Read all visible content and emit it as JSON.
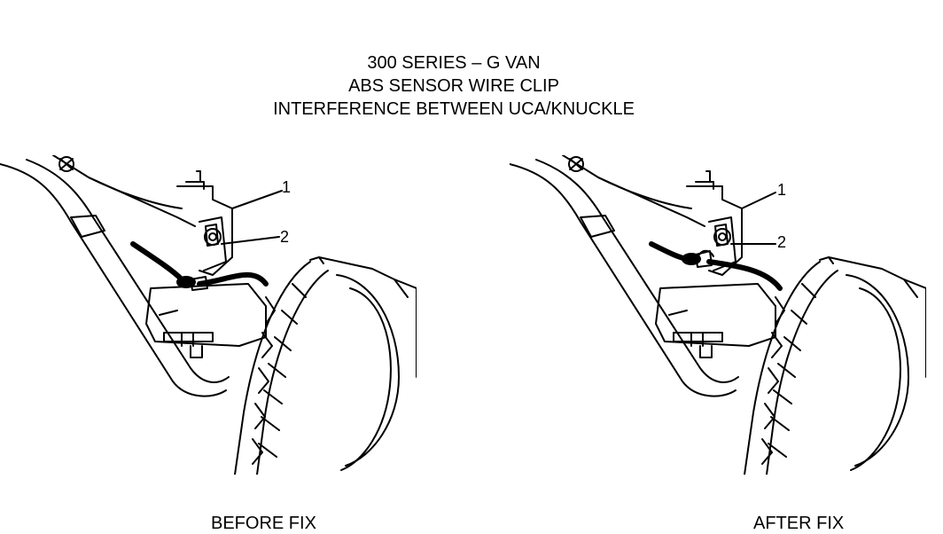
{
  "title": {
    "line1": "300 SERIES – G VAN",
    "line2": "ABS SENSOR WIRE CLIP",
    "line3": "INTERFERENCE BETWEEN UCA/KNUCKLE"
  },
  "panels": [
    {
      "caption": "BEFORE FIX",
      "callouts": [
        "1",
        "2"
      ]
    },
    {
      "caption": "AFTER FIX",
      "callouts": [
        "1",
        "2"
      ]
    }
  ]
}
